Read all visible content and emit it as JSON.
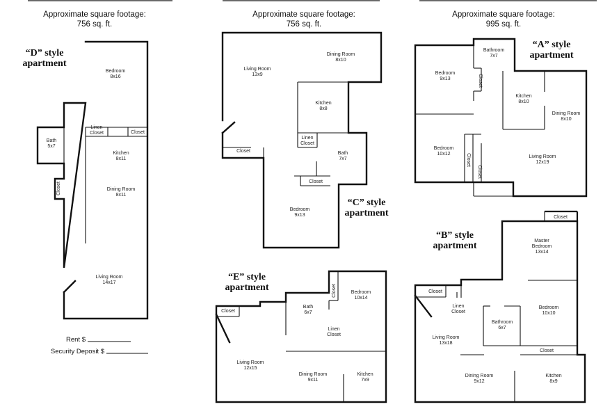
{
  "plans": {
    "d": {
      "footage_label": "Approximate square footage:",
      "footage_value": "756 sq. ft.",
      "style_line1": "“D” style",
      "style_line2": "apartment",
      "rooms": {
        "bedroom": [
          "Bedroom",
          "8x16"
        ],
        "bath": [
          "Bath",
          "5x7"
        ],
        "linen_closet": [
          "Linen",
          "Closet"
        ],
        "closet": "Closet",
        "side_closet": "Closet",
        "kitchen": [
          "Kitchen",
          "8x11"
        ],
        "dining": [
          "Dining Room",
          "8x11"
        ],
        "living": [
          "Living Room",
          "14x17"
        ]
      },
      "rent_label": "Rent $",
      "deposit_label": "Security Deposit $"
    },
    "c": {
      "footage_label": "Approximate square footage:",
      "footage_value": "756 sq. ft.",
      "style_line1": "“C” style",
      "style_line2": "apartment",
      "rooms": {
        "living": [
          "Living Room",
          "13x9"
        ],
        "dining": [
          "Dining Room",
          "8x10"
        ],
        "kitchen": [
          "Kitchen",
          "8x8"
        ],
        "linen_closet": [
          "Linen",
          "Closet"
        ],
        "bath": [
          "Bath",
          "7x7"
        ],
        "closet_left": "Closet",
        "closet_mid": "Closet",
        "bedroom": [
          "Bedroom",
          "9x13"
        ]
      }
    },
    "a": {
      "footage_label": "Approximate square footage:",
      "footage_value": "995 sq. ft.",
      "style_line1": "“A” style",
      "style_line2": "apartment",
      "rooms": {
        "bathroom": [
          "Bathroom",
          "7x7"
        ],
        "bedroom1": [
          "Bedroom",
          "9x13"
        ],
        "closet1": "Closet",
        "kitchen": [
          "Kitchen",
          "8x10"
        ],
        "dining": [
          "Dining Room",
          "8x10"
        ],
        "bedroom2": [
          "Bedroom",
          "10x12"
        ],
        "closet2": "Closet",
        "closet3": "Closet",
        "living": [
          "Living Room",
          "12x19"
        ]
      }
    },
    "e": {
      "style_line1": "“E” style",
      "style_line2": "apartment",
      "rooms": {
        "closet_left": "Closet",
        "bath": [
          "Bath",
          "6x7"
        ],
        "closet_vertical": "Closet",
        "bedroom": [
          "Bedroom",
          "10x14"
        ],
        "linen_closet": [
          "Linen",
          "Closet"
        ],
        "living": [
          "Living Room",
          "12x15"
        ],
        "dining": [
          "Dining Room",
          "9x11"
        ],
        "kitchen": [
          "Kitchen",
          "7x9"
        ]
      }
    },
    "b": {
      "style_line1": "“B” style",
      "style_line2": "apartment",
      "rooms": {
        "closet_top": "Closet",
        "master": [
          "Master",
          "Bedroom",
          "13x14"
        ],
        "closet_left": "Closet",
        "linen_closet": [
          "Linen",
          "Closet"
        ],
        "bathroom": [
          "Bathroom",
          "6x7"
        ],
        "bedroom": [
          "Bedroom",
          "10x10"
        ],
        "closet_mid": "Closet",
        "living": [
          "Living Room",
          "13x18"
        ],
        "dining": [
          "Dining Room",
          "9x12"
        ],
        "kitchen": [
          "Kitchen",
          "8x9"
        ]
      }
    }
  }
}
